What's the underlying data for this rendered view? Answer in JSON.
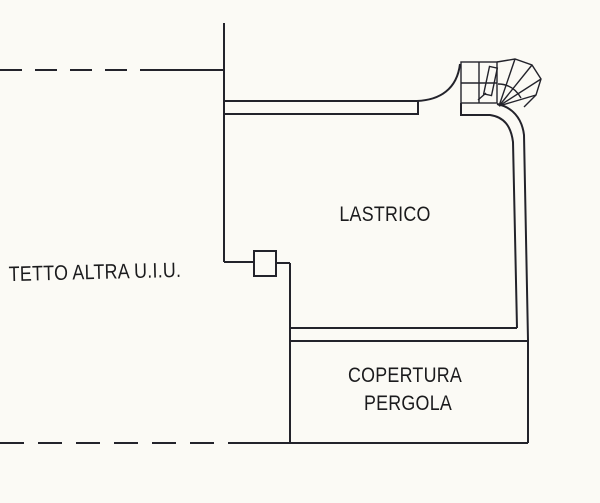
{
  "labels": {
    "tetto": "TETTO ALTRA U.I.U.",
    "lastrico": "LASTRICO",
    "copertura_line1": "COPERTURA",
    "copertura_line2": "PERGOLA"
  },
  "colors": {
    "background": "#fbfaf5",
    "line": "#23232b",
    "text": "#1b1b1d"
  }
}
